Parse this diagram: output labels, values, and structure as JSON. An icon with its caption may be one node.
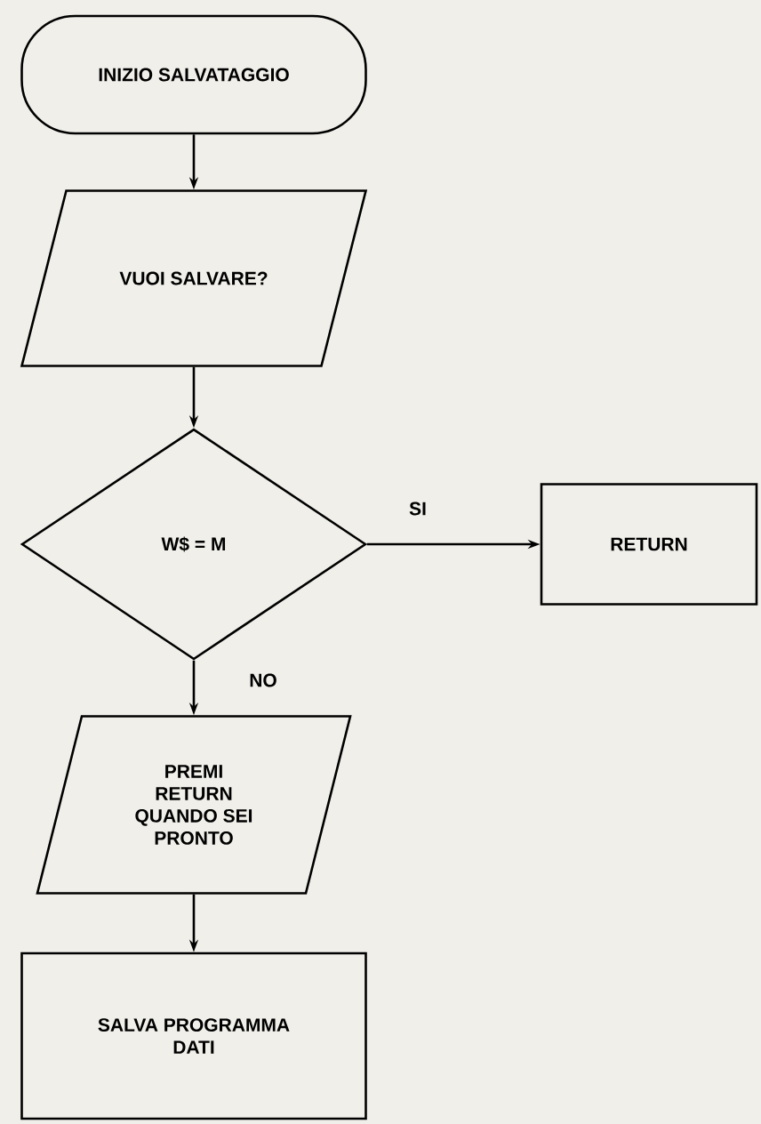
{
  "diagram": {
    "nodes": [
      {
        "text": [
          "INIZIO SALVATAGGIO"
        ]
      },
      {
        "text": [
          "VUOI SALVARE?"
        ]
      },
      {
        "text": [
          "W$ = M"
        ]
      },
      {
        "text": [
          "RETURN"
        ]
      },
      {
        "text": [
          "PREMI RETURN QUANDO SEI PRONTO"
        ]
      },
      {
        "text": [
          "SALVA PROGRAMMA DATI"
        ]
      }
    ],
    "edges": [
      {
        "from": 0,
        "to": 1,
        "arrow": "to"
      },
      {
        "from": 1,
        "to": 2,
        "arrow": "to"
      },
      {
        "from": 2,
        "to": 3,
        "arrow": "to",
        "label": "SI"
      },
      {
        "from": 2,
        "to": 4,
        "arrow": "to",
        "label": "NO"
      },
      {
        "from": 4,
        "to": 5,
        "arrow": "to"
      }
    ]
  }
}
